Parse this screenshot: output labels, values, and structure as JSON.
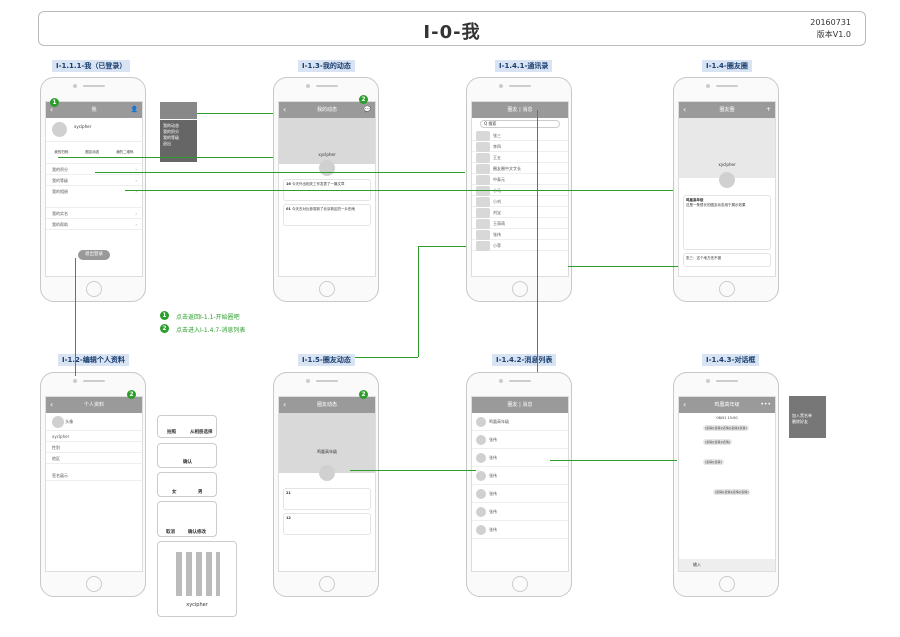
{
  "header": {
    "title": "I-0-我",
    "date": "20160731",
    "version": "版本V1.0"
  },
  "labels": [
    "I-1.1.1-我（已登录）",
    "I-1.3-我的动态",
    "I-1.4.1-通讯录",
    "I-1.4-圈友圈",
    "I-1.2-编辑个人资料",
    "I-1.5-圈友动态",
    "I-1.4.2-消息列表",
    "I-1.4.3-对话框"
  ],
  "notes": [
    "点击返回I-1.1-开始圈吧",
    "点击进入I-1.4.7-消息列表"
  ],
  "me": {
    "title": "我",
    "name": "xyclpher",
    "rows": [
      "我的积分",
      "我的等级",
      "我的相册",
      "我的实名",
      "我的帮助"
    ],
    "logout": "退出登录",
    "icons": [
      "我的扫码",
      "圈友动态",
      "我的二维码"
    ]
  },
  "moments": {
    "title": "我的动态",
    "name": "xyclpher",
    "d1": "16",
    "d2": "01",
    "t1": "今天外出相关工作发表了一篇文章",
    "t2": "今天去对比参观到了北京新区的一片田地"
  },
  "contacts": {
    "tab1": "圈友",
    "tab2": "消息",
    "search": "Q 搜索",
    "rows": [
      "张三",
      "李四",
      "王五",
      "圈友圈中文字长",
      "中泰元",
      "小马",
      "小刘",
      "刘宝",
      "王萌萌",
      "张伟",
      "小菲"
    ]
  },
  "circle": {
    "title": "圈友圈",
    "name": "xyclpher",
    "poster": "鸣凰高年级",
    "msg": "这是一条很长的圈友动态用于展示效果",
    "reply": "张三：这个地方还不错"
  },
  "edit": {
    "title": "个人资料",
    "rows": [
      "头像",
      "xyclpher",
      "性别",
      "地区",
      "签名展示"
    ],
    "dlg1": [
      "拍照",
      "从相册选择"
    ],
    "ok": "确认",
    "sex": [
      "女",
      "男"
    ],
    "cancel": "取消",
    "confirm": "确认修改",
    "qrname": "xycipher"
  },
  "feed2": {
    "title": "圈友动态",
    "name": "鸣凰高年级",
    "d1": "21",
    "d2": "12"
  },
  "msglist": {
    "tab1": "圈友",
    "tab2": "消息",
    "rows": [
      "鸣凰高年级",
      "张伟",
      "张伟",
      "张伟",
      "张伟",
      "张伟",
      "张伟"
    ]
  },
  "chat": {
    "title": "鸣凰高年级",
    "time": "08/01 15:00",
    "menu": [
      "加入黑名单",
      "删除好友"
    ],
    "bubbles": [
      "[表情][表情][表情][表情][表情]",
      "[表情][表情][表情]",
      "[表情][表情]",
      "[表情][表情][表情][表情]"
    ],
    "input": "输入"
  },
  "popover": [
    "我的动态",
    "我的积分",
    "我的等级",
    "退出"
  ]
}
